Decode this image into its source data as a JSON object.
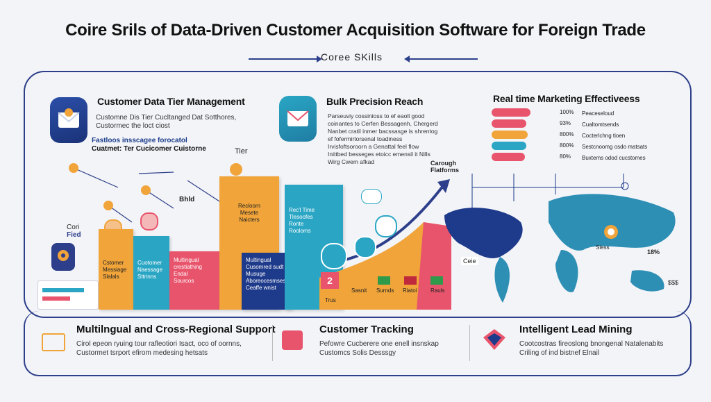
{
  "title": "Coire Srils of Data-Driven Customer Acquisition Software for Foreign Trade",
  "subtitle": "Coree SKills",
  "features": [
    {
      "title": "Customer Data Tier Management",
      "lines": [
        "Customne Dis Tier Cucltanged Dat Sotthores,",
        "Custormec the loct ciost"
      ],
      "blue_lines": [
        "Fastloos insscagee forocatol",
        "Cuatmet: Ter Cucicomer Cuistorne"
      ]
    },
    {
      "title": "Bulk Precision Reach",
      "lines": [
        "Parseuviy cossinioss to ef eaoll good",
        "coinantes to Cerfen Bessagenh, Chergerd",
        "Nanbet cratil inmer bacssasge is shrentog",
        "ef fofermirtorsenal toadiness",
        "Irvisfoftsoroorn a Genattal feel flow",
        "Inittbed besseges etoicc emensil it Nills",
        "Wirg Cwem afkad"
      ]
    },
    {
      "title": "Real time Marketing Effectiveess",
      "rows": [
        {
          "pct": "100%",
          "label": "Peaceseloud"
        },
        {
          "pct": "93%",
          "label": "Cualtomtsends"
        },
        {
          "pct": "800%",
          "label": "Cocterlchng tioen"
        },
        {
          "pct": "800%",
          "label": "Sestcnoomg osdo matsats"
        },
        {
          "pct": "80%",
          "label": "Buxtems odod cucstomes"
        }
      ]
    }
  ],
  "chart_labels": {
    "tier": "Tier",
    "bnd": "Bhld",
    "core_feed": [
      "Cori",
      "Fied"
    ],
    "through": [
      "Carough",
      "Flatforms"
    ],
    "pct_18": "18%",
    "dollar": "$$$"
  },
  "steps": [
    {
      "lines": [
        "Cstomer",
        "Messiage",
        "Slalals"
      ]
    },
    {
      "lines": [
        "Cuotomer",
        "Naessage",
        "Sttrinns"
      ]
    },
    {
      "lines": [
        "Multingual",
        "crestiathing",
        "Endal",
        "Sourcos"
      ]
    },
    {
      "lines": [
        "Multingual",
        "Cusomred sudt",
        "Musuge",
        "Aboreocesmses",
        "Ceaffe wnist"
      ]
    },
    {
      "lines": [
        "Recloorn",
        "Mesete",
        "Naicters"
      ]
    },
    {
      "lines": [
        "Rec'l Time",
        "Tlesoofes",
        "Ronte",
        "Rooloms"
      ]
    }
  ],
  "flag_labels": [
    "Sasnit",
    "Surnds",
    "Riatoi",
    "Trus",
    "Rauls"
  ],
  "map_labels": {
    "a": "Ceie",
    "b": "Sless"
  },
  "bottom": [
    {
      "title": "Multilngual and Cross-Regional Support",
      "lines": [
        "Cirol epeon ryuing tour rafleotiori Isact, oco of oornns,",
        "Custormet tsrport efirom medesing hetsats"
      ]
    },
    {
      "title": "Customer  Tracking",
      "lines": [
        "Pefowre Cucberere one enell insnskap",
        "Customcs Solis Desssgy"
      ]
    },
    {
      "title": "Intelligent Lead Mining",
      "lines": [
        "Cootcostras fireoslong bnongenal Natalenabits",
        "Criling of ind bistnef Elnail"
      ]
    }
  ],
  "colors": {
    "navy": "#2d3f8a",
    "orange": "#f0a43a",
    "teal": "#2aa6c4",
    "pink": "#e8546c",
    "blue": "#1e3a8a",
    "map": "#2e8fb5"
  }
}
